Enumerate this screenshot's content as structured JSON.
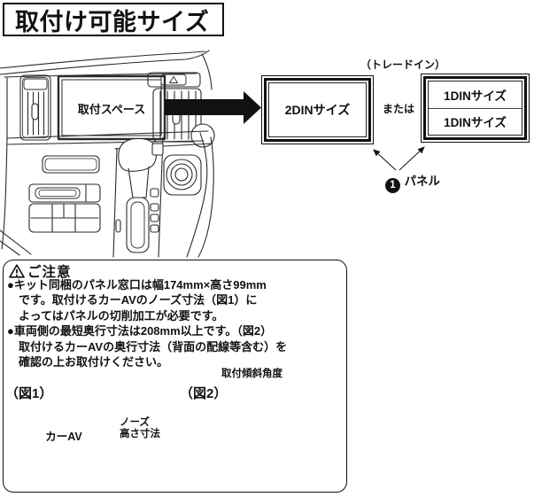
{
  "title": "取付け可能サイズ",
  "diagram": {
    "install_space_label": "取付スペース",
    "tradein_label": "（トレードイン）",
    "din2_label": "2DINサイズ",
    "or_label": "または",
    "din1_top_label": "1DINサイズ",
    "din1_bottom_label": "1DINサイズ",
    "panel_marker": "1",
    "panel_label": "パネル"
  },
  "caution": {
    "heading": "ご注意",
    "lines": [
      "●キット同梱のパネル窓口は幅174mm×高さ99mm",
      "です。取付けるカーAVのノーズ寸法（図1）に",
      "よってはパネルの切削加工が必要です。",
      "●車両側の最短奥行寸法は208mm以上です。（図2）",
      "取付けるカーAVの奥行寸法（背面の配線等含む）を",
      "確認の上お取付けください。"
    ]
  },
  "figures": {
    "fig1_label": "（図1）",
    "fig1_unit_label": "カーAV",
    "fig1_dim_line1": "ノーズ",
    "fig1_dim_line2": "高さ寸法",
    "fig2_label": "（図2）",
    "fig2_angle_label": "取付傾斜角度"
  },
  "colors": {
    "ink": "#1a1a1a",
    "fill_black": "#111111"
  }
}
